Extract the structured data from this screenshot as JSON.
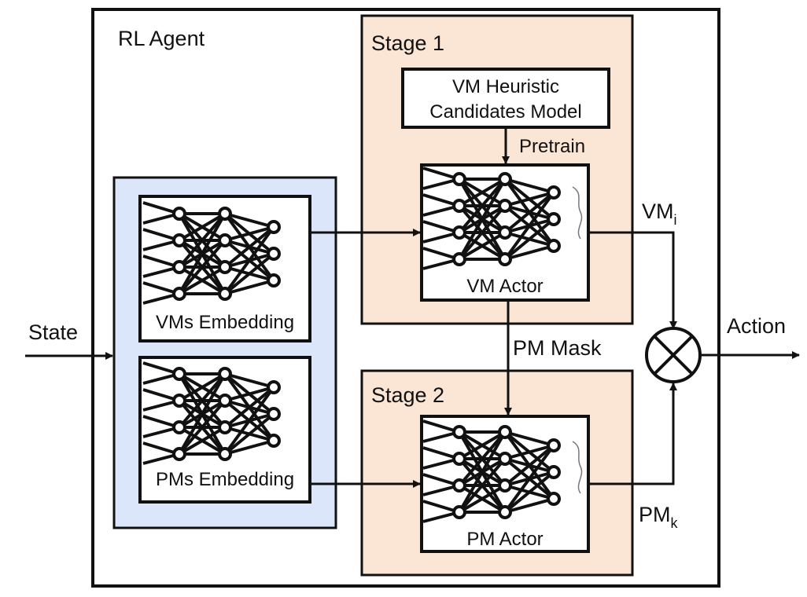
{
  "diagram": {
    "agent_label": "RL Agent",
    "stage1": {
      "label": "Stage 1",
      "heuristic": {
        "line1": "VM Heuristic",
        "line2": "Candidates Model"
      },
      "pretrain_label": "Pretrain",
      "actor_label": "VM Actor"
    },
    "stage2": {
      "label": "Stage 2",
      "actor_label": "PM Actor"
    },
    "embeddings": {
      "vms_label": "VMs Embedding",
      "pms_label": "PMs Embedding"
    },
    "mask_label": "PM Mask",
    "input_label": "State",
    "output_label": "Action",
    "vm_output": {
      "base": "VM",
      "sub": "i"
    },
    "pm_output": {
      "base": "PM",
      "sub": "k"
    },
    "colors": {
      "stage_fill": "#fbe5d4",
      "embedding_fill": "#dce6fb",
      "stroke": "#111111"
    }
  }
}
